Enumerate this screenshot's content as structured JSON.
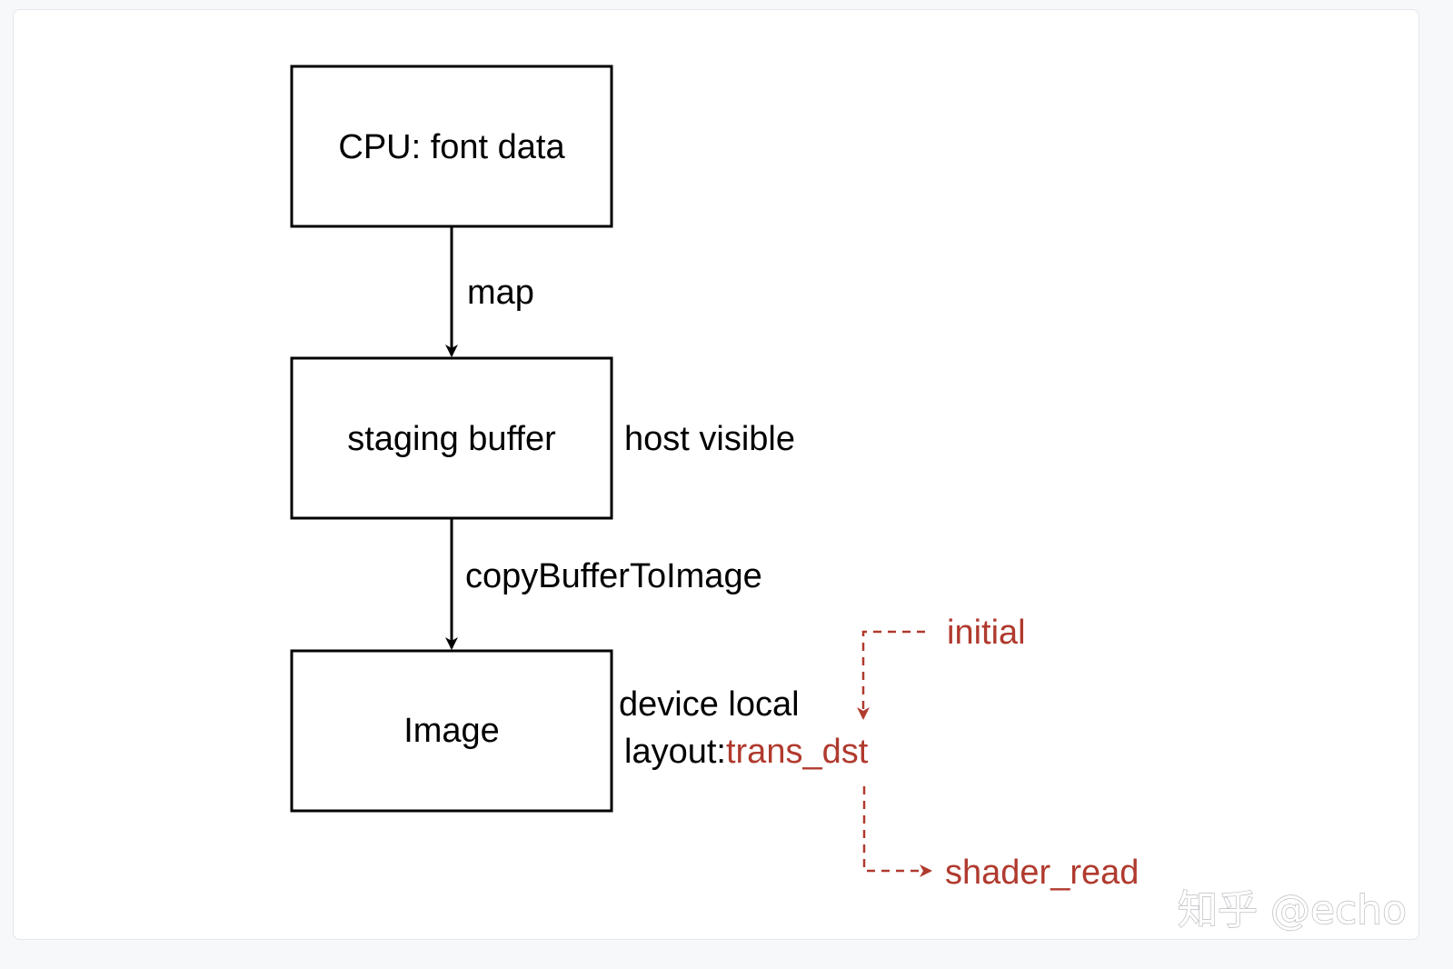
{
  "colors": {
    "line": "#000000",
    "accent_red": "#b03a2e"
  },
  "nodes": {
    "cpu": "CPU: font data",
    "staging": "staging buffer",
    "image": "Image"
  },
  "edges": {
    "map": "map",
    "copy": "copyBufferToImage"
  },
  "annotations": {
    "host_visible": "host visible",
    "device_local": "device local",
    "layout_prefix": "layout:",
    "layout_value": "trans_dst",
    "initial": "initial",
    "shader_read": "shader_read"
  },
  "watermark": "知乎 @echo"
}
